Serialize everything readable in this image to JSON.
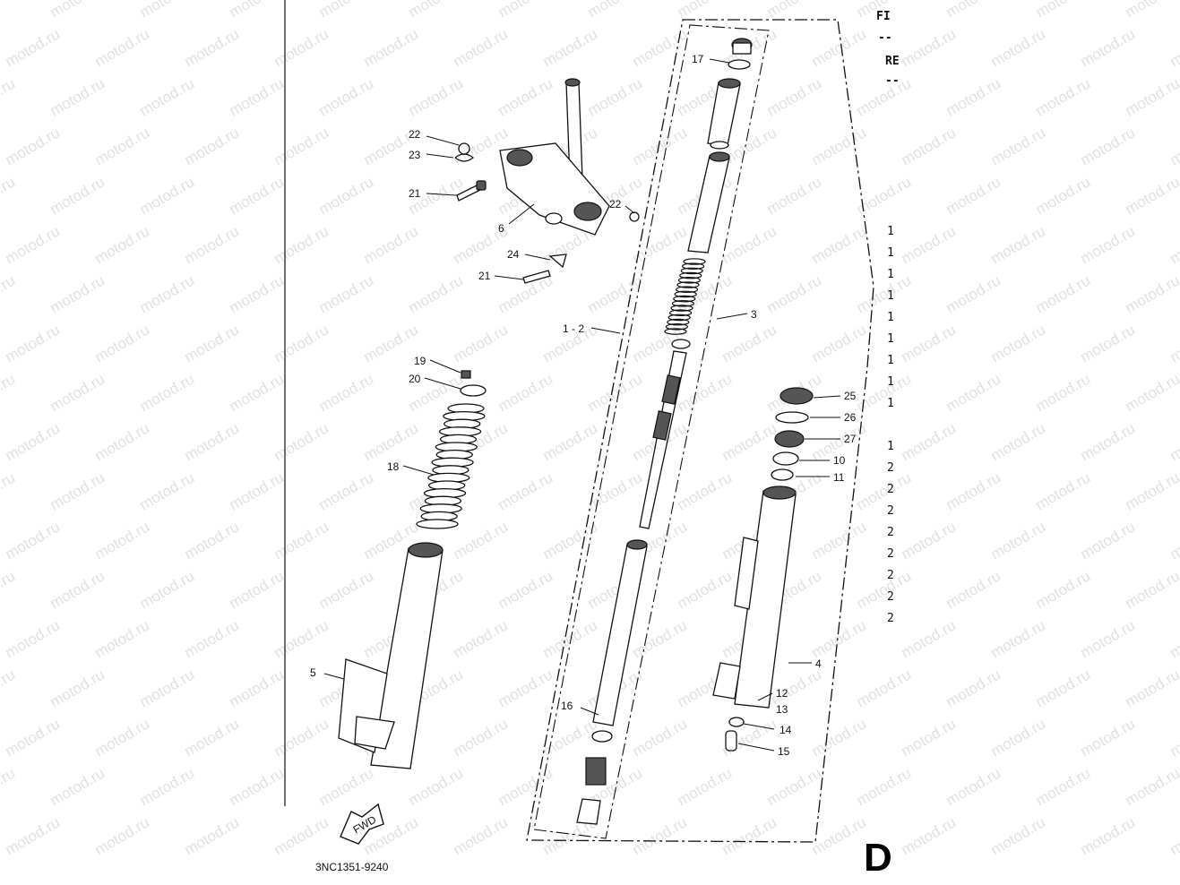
{
  "header": {
    "line1": "FI",
    "line2": "--",
    "line3": "RE",
    "line4": "--"
  },
  "callouts": {
    "c1_2": "1 - 2",
    "c3": "3",
    "c4": "4",
    "c5": "5",
    "c6": "6",
    "c10": "10",
    "c11": "11",
    "c12": "12",
    "c13": "13",
    "c14": "14",
    "c15": "15",
    "c16": "16",
    "c17": "17",
    "c18": "18",
    "c19": "19",
    "c20": "20",
    "c21a": "21",
    "c21b": "21",
    "c22a": "22",
    "c22b": "22",
    "c23": "23",
    "c24": "24",
    "c25": "25",
    "c26": "26",
    "c27": "27"
  },
  "right_column": [
    "1",
    "1",
    "1",
    "1",
    "1",
    "1",
    "1",
    "1",
    "1",
    "1",
    "2",
    "2",
    "2",
    "2",
    "2",
    "2",
    "2",
    "2"
  ],
  "part_code": "3NC1351-9240",
  "page_letter": "D",
  "fwd_label": "FWD",
  "watermark": "motod.ru"
}
